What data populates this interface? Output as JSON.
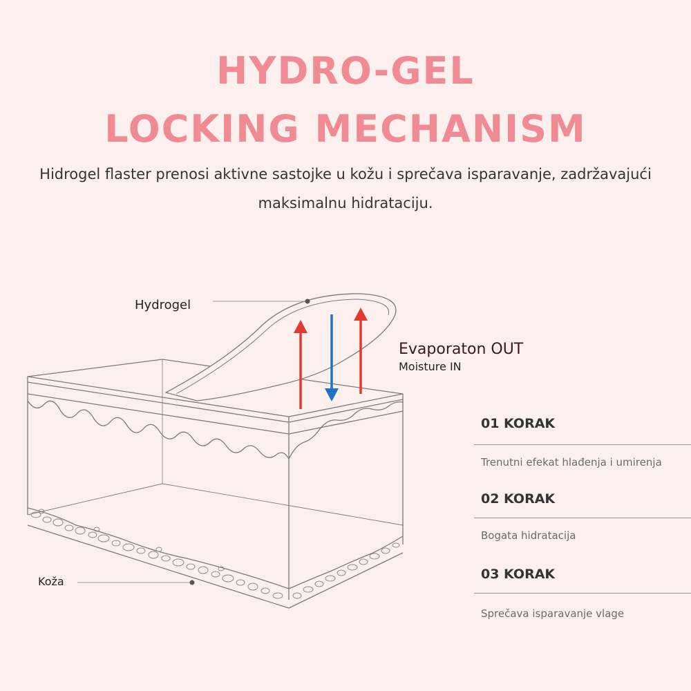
{
  "title": {
    "line1": "HYDRO-GEL",
    "line2": "LOCKING MECHANISM"
  },
  "description": {
    "line1": "Hidrogel flaster prenosi aktivne sastojke u kožu i sprečava isparavanje, zadržavajući",
    "line2": "maksimalnu hidrataciju."
  },
  "diagram": {
    "hydrogel_label": "Hydrogel",
    "skin_label": "Koža",
    "evaporation_label": "Evaporaton OUT",
    "moisture_label": "Moisture IN",
    "colors": {
      "outline": "#7a7a7a",
      "arrow_out": "#e03b2e",
      "arrow_in": "#1f73c2"
    }
  },
  "steps": [
    {
      "title": "01 KORAK",
      "description": "Trenutni efekat hlađenja i umirenja"
    },
    {
      "title": "02 KORAK",
      "description": "Bogata hidratacija"
    },
    {
      "title": "03 KORAK",
      "description": "Sprečava isparavanje vlage"
    }
  ],
  "colors": {
    "background": "#fcf0ee",
    "title": "#f08a93"
  }
}
